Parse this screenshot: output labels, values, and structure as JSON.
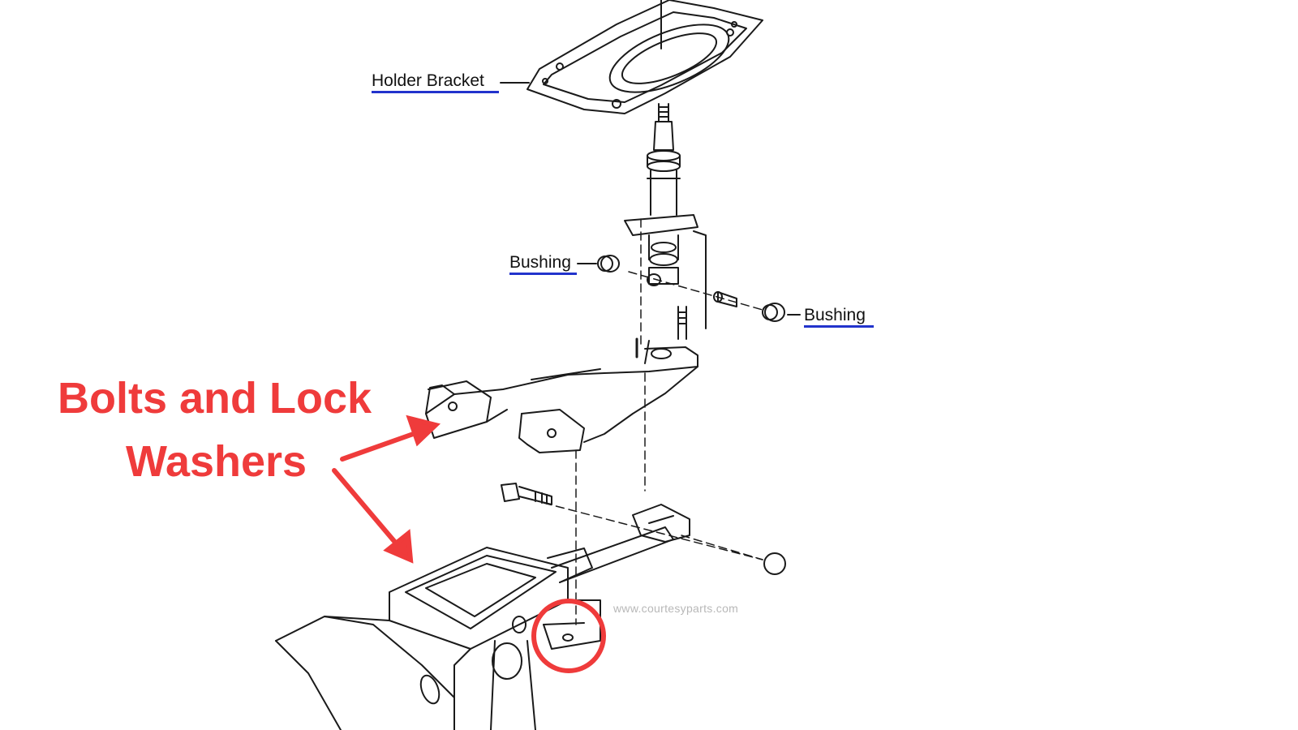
{
  "diagram": {
    "labels": {
      "holder_bracket": "Holder Bracket",
      "bushing_left": "Bushing",
      "bushing_right": "Bushing"
    },
    "callout": {
      "line1": "Bolts and Lock",
      "line2": "Washers"
    },
    "watermark": "www.courtesyparts.com",
    "colors": {
      "callout": "#ef3b3b",
      "label_underline": "#2233cc",
      "linework": "#1a1a1a"
    }
  }
}
